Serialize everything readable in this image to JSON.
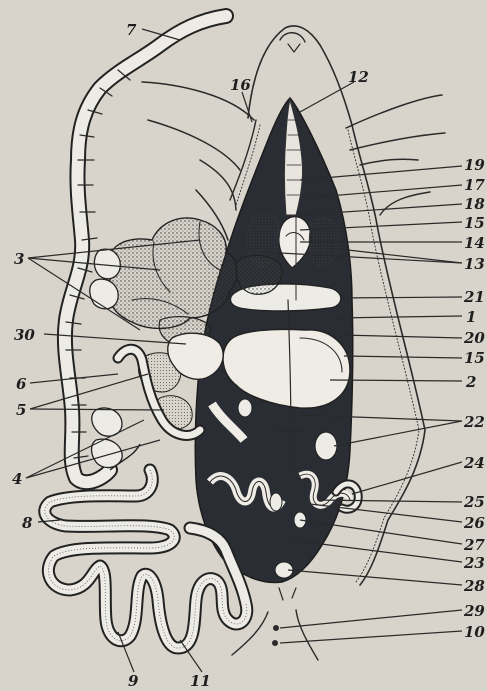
{
  "figure": {
    "labels": {
      "l1": "1",
      "l2": "2",
      "l3": "3",
      "l4": "4",
      "l5": "5",
      "l6": "6",
      "l7": "7",
      "l8": "8",
      "l9": "9",
      "l10": "10",
      "l11": "11",
      "l12": "12",
      "l13": "13",
      "l14": "14",
      "l15": "15",
      "l15b": "15",
      "l16": "16",
      "l17": "17",
      "l18": "18",
      "l19": "19",
      "l20": "20",
      "l21": "21",
      "l22": "22",
      "l23": "23",
      "l24": "24",
      "l25": "25",
      "l26": "26",
      "l27": "27",
      "l28": "28",
      "l29": "29",
      "l30": "30"
    }
  }
}
